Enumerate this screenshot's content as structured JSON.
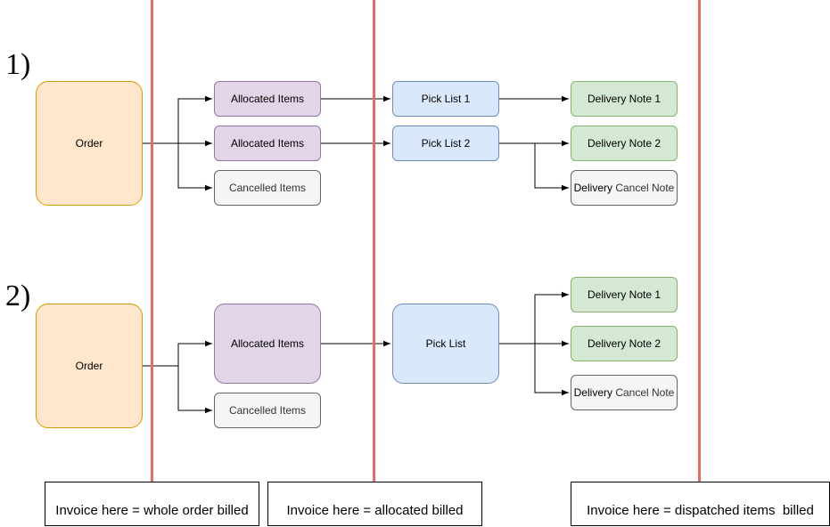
{
  "colors": {
    "order_fill": "#ffe6cc",
    "order_stroke": "#d79b00",
    "allocated_fill": "#e1d5e7",
    "allocated_stroke": "#9673a6",
    "cancelled_fill": "#f5f5f5",
    "cancelled_stroke": "#666666",
    "pick_fill": "#dae8fc",
    "pick_stroke": "#6c8ebf",
    "delivery_fill": "#d5e8d4",
    "delivery_stroke": "#82b366",
    "divider": "#ea6b66"
  },
  "scenario1": {
    "number": "1)",
    "order": "Order",
    "allocated_1": "Allocated Items",
    "allocated_2": "Allocated Items",
    "cancelled": "Cancelled Items",
    "pick_1": "Pick List 1",
    "pick_2": "Pick List 2",
    "delivery_1": "Delivery Note 1",
    "delivery_2": "Delivery Note 2",
    "cancel_note_prefix": "Delivery",
    "cancel_note_suffix": " Cancel Note"
  },
  "scenario2": {
    "number": "2)",
    "order": "Order",
    "allocated": "Allocated Items",
    "cancelled": "Cancelled Items",
    "pick": "Pick List",
    "delivery_1": "Delivery Note 1",
    "delivery_2": "Delivery Note 2",
    "cancel_note_prefix": "Delivery",
    "cancel_note_suffix": " Cancel Note"
  },
  "invoices": {
    "whole_order": "Invoice here = whole order billed",
    "allocated": "Invoice here = allocated billed",
    "dispatched": "Invoice here = dispatched items  billed"
  }
}
